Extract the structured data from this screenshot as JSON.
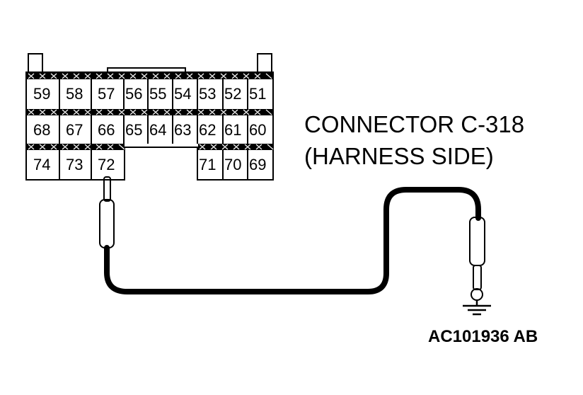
{
  "connector": {
    "title": "CONNECTOR C-318",
    "subtitle": "(HARNESS SIDE)",
    "row1": [
      "59",
      "58",
      "57",
      "56",
      "55",
      "54",
      "53",
      "52",
      "51"
    ],
    "row2": [
      "68",
      "67",
      "66",
      "65",
      "64",
      "63",
      "62",
      "61",
      "60"
    ],
    "row3_left": [
      "74",
      "73",
      "72"
    ],
    "row3_right": [
      "71",
      "70",
      "69"
    ]
  },
  "figure_code": "AC101936 AB"
}
